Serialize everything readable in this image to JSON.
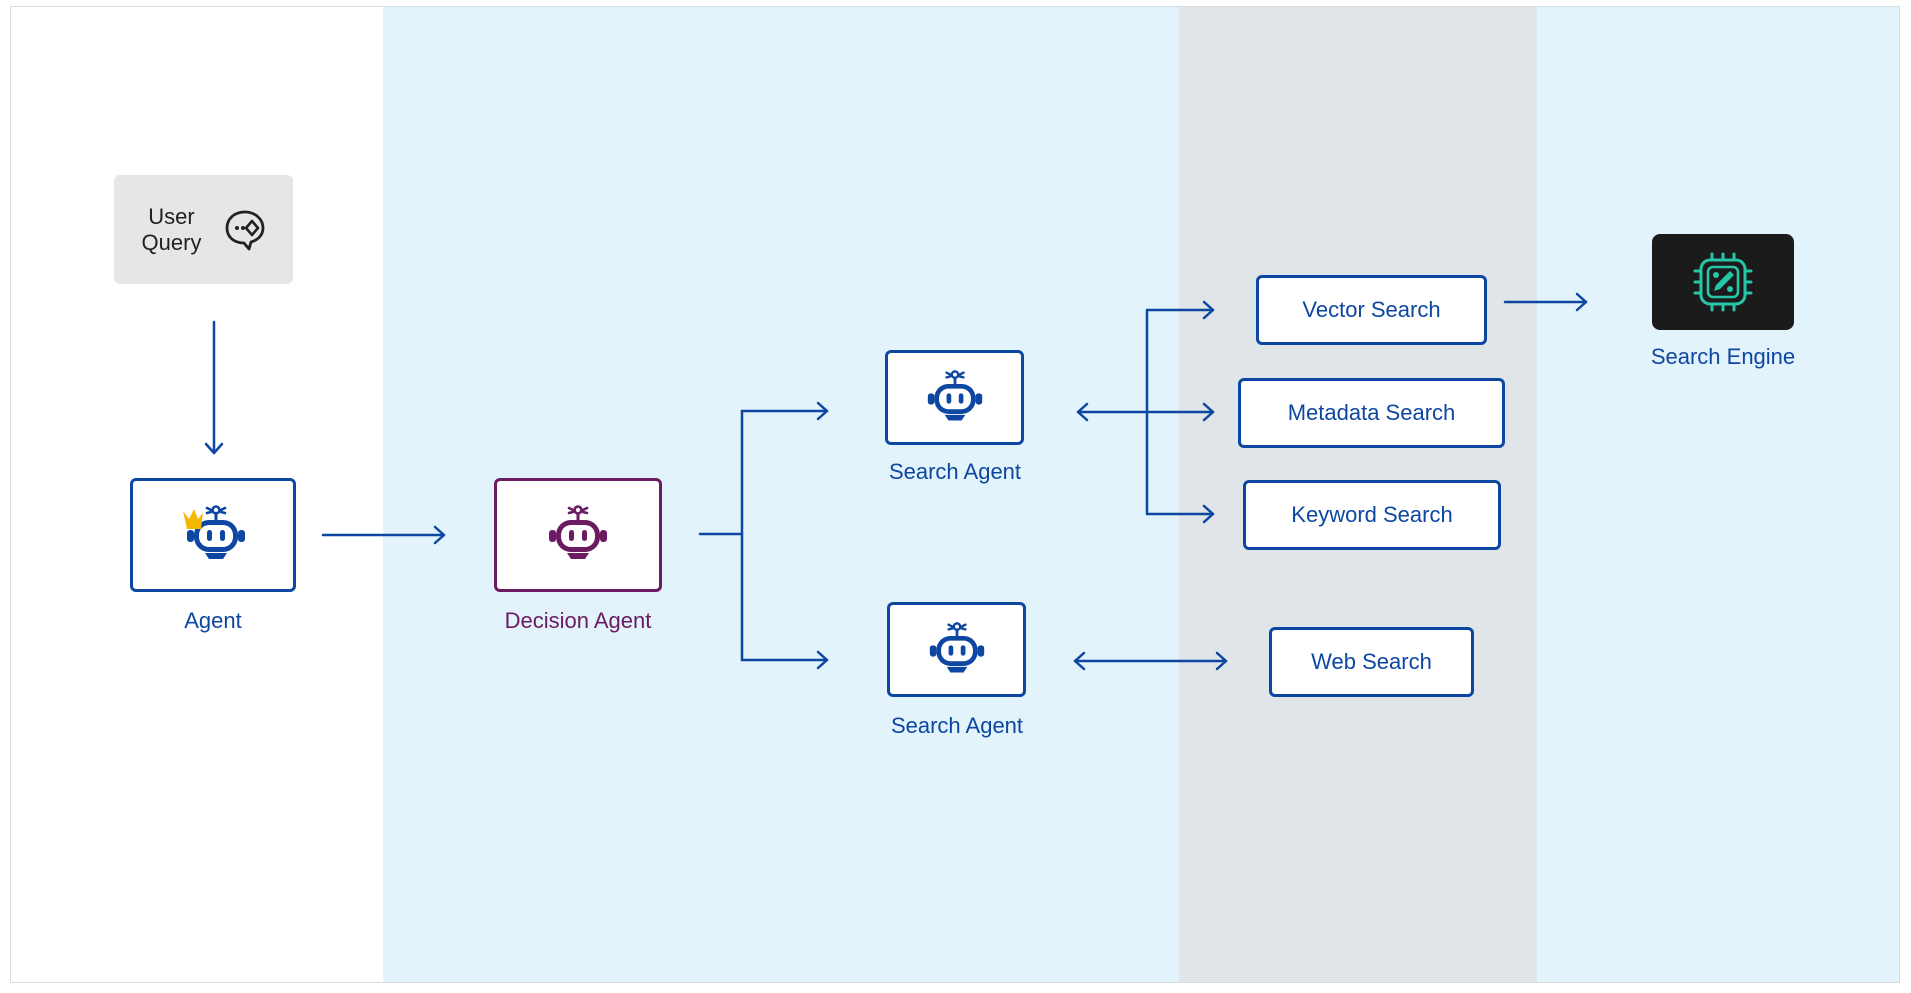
{
  "colors": {
    "primary_blue": "#0d47a1",
    "decision_purple": "#6a1b62",
    "engine_teal": "#26c6a8",
    "engine_background": "#1b1b1b",
    "crown_yellow": "#f5b800",
    "panel_light_blue": "#e3f3fb",
    "panel_gray": "#dfe5e8",
    "query_background": "#e6e6e6"
  },
  "user_query": {
    "text": "User Query",
    "icon": "chat-bubble-icon"
  },
  "nodes": {
    "agent": {
      "label": "Agent",
      "icon": "robot-with-crown-icon"
    },
    "decision_agent": {
      "label": "Decision Agent",
      "icon": "robot-icon"
    },
    "search_agent_top": {
      "label": "Search Agent",
      "icon": "robot-icon"
    },
    "search_agent_bottom": {
      "label": "Search Agent",
      "icon": "robot-icon"
    },
    "vector_search": {
      "label": "Vector Search"
    },
    "metadata_search": {
      "label": "Metadata Search"
    },
    "keyword_search": {
      "label": "Keyword Search"
    },
    "web_search": {
      "label": "Web Search"
    },
    "search_engine": {
      "label": "Search Engine",
      "icon": "chip-icon"
    }
  }
}
